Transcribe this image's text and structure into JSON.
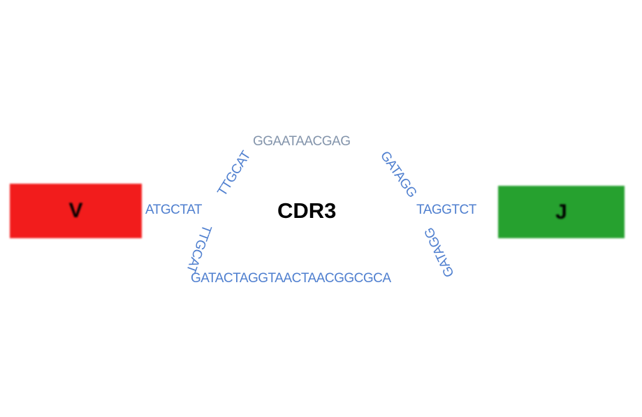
{
  "segments": {
    "v_label": "V",
    "j_label": "J",
    "v_color": "#f21c1c",
    "j_color": "#26a12f"
  },
  "center_label": "CDR3",
  "sequences": {
    "v_junction": "ATGCTAT",
    "upper_left": "TTGCAT",
    "top": "GGAATAACGAG",
    "upper_right": "GATAGG",
    "j_junction": "TAGGTCT",
    "lower_left": "TTGCAT",
    "bottom": "GATACTAGGTAACTAACGGCGCA",
    "lower_right": "GATAGG"
  }
}
